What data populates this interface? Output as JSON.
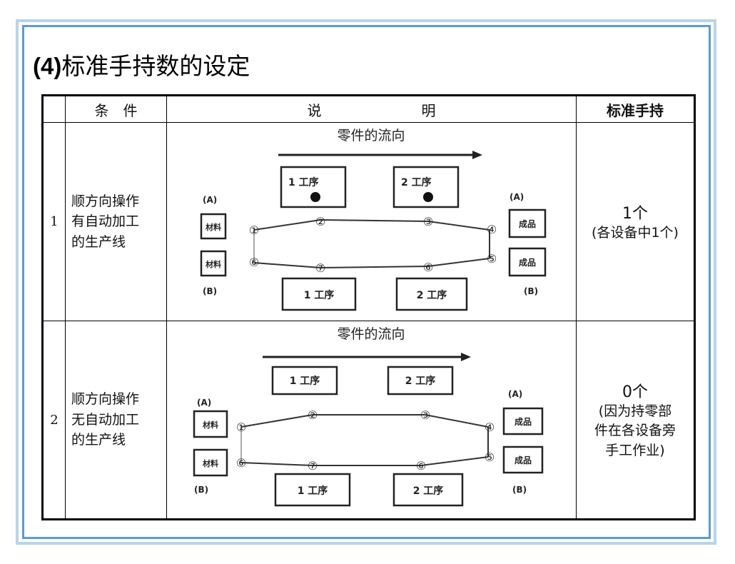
{
  "title": {
    "num": "(4)",
    "text": "标准手持数的设定"
  },
  "table": {
    "headers": {
      "index": "",
      "condition": "条　件",
      "desc_left": "说",
      "desc_right": "明",
      "standard": "标准手持"
    },
    "rows": [
      {
        "num": "1",
        "condition": [
          "顺方向操作",
          "有自动加工",
          "的生产线"
        ],
        "standard_main": "1个",
        "standard_note": [
          "(各设备中1个)"
        ],
        "diagram": {
          "flow_label": "零件的流向",
          "top_processes": [
            "1 工序",
            "2 工序"
          ],
          "bottom_processes": [
            "1 工序",
            "2 工序"
          ],
          "left_top_label": "(A)",
          "left_bottom_label": "(B)",
          "right_top_label": "(A)",
          "right_bottom_label": "(B)",
          "material": "材料",
          "product": "成品",
          "nodes": [
            "①",
            "②",
            "③",
            "④",
            "⑤",
            "⑥",
            "⑦",
            "⑥"
          ]
        }
      },
      {
        "num": "2",
        "condition": [
          "顺方向操作",
          "无自动加工",
          "的生产线"
        ],
        "standard_main": "0个",
        "standard_note": [
          "(因为持零部",
          "件在各设备旁",
          "手工作业)"
        ],
        "diagram": {
          "flow_label": "零件的流向",
          "top_processes": [
            "1 工序",
            "2 工序"
          ],
          "bottom_processes": [
            "1 工序",
            "2 工序"
          ],
          "left_top_label": "(A)",
          "left_bottom_label": "(B)",
          "right_top_label": "(A)",
          "right_bottom_label": "(B)",
          "material": "材料",
          "product": "成品",
          "nodes": [
            "①",
            "②",
            "③",
            "④",
            "⑤",
            "⑥",
            "⑦",
            "⑥"
          ]
        }
      }
    ]
  }
}
